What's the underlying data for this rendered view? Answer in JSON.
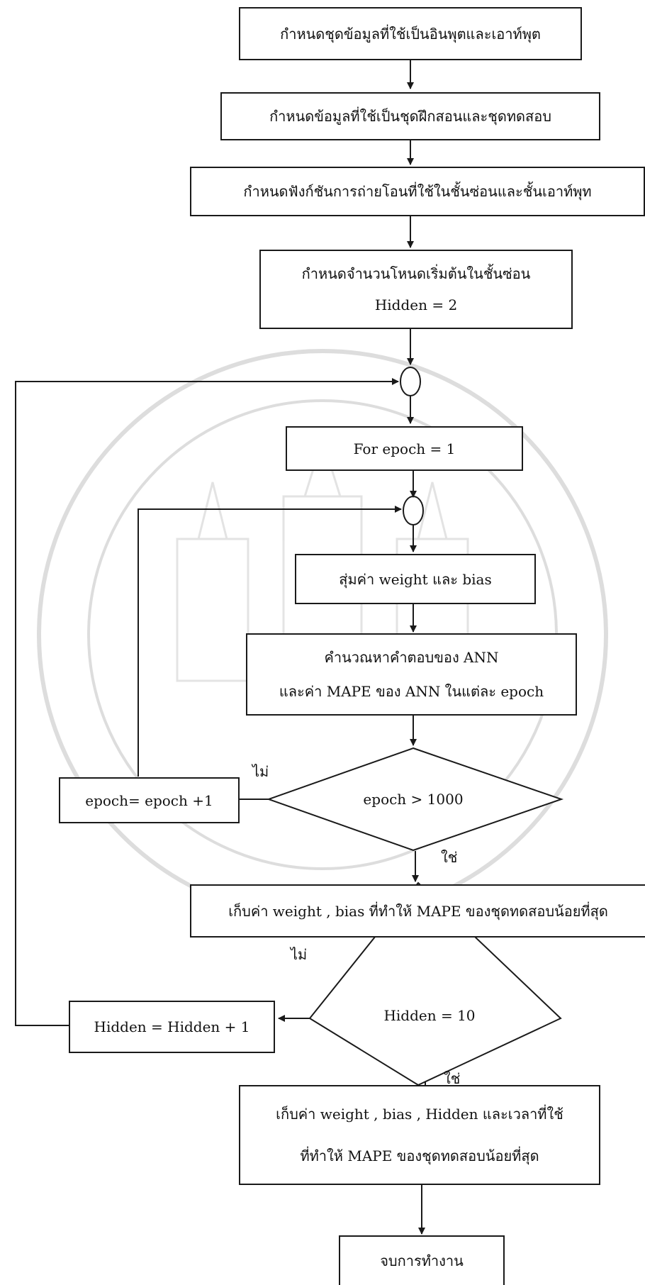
{
  "steps": {
    "define_io": "กำหนดชุดข้อมูลที่ใช้เป็นอินพุตและเอาท์พุต",
    "define_train_test": "กำหนดข้อมูลที่ใช้เป็นชุดฝึกสอนและชุดทดสอบ",
    "define_transfer": "กำหนดฟังก์ชันการถ่ายโอนที่ใช้ในชั้นซ่อนและชั้นเอาท์พุท",
    "init_hidden": "กำหนดจำนวนโหนดเริ่มต้นในชั้นซ่อน",
    "init_hidden_value": "Hidden  = 2",
    "for_epoch": "For epoch = 1",
    "random_weights": "สุ่มค่า weight และ bias",
    "compute_line1": "คำนวณหาคำตอบของ ANN",
    "compute_line2": "และค่า MAPE ของ ANN ในแต่ละ epoch",
    "epoch_decision": "epoch > 1000",
    "epoch_increment": "epoch= epoch +1",
    "store_best": "เก็บค่า weight , bias ที่ทำให้ MAPE ของชุดทดสอบน้อยที่สุด",
    "hidden_decision": "Hidden  = 10",
    "hidden_increment": "Hidden = Hidden + 1",
    "final_line1": "เก็บค่า weight , bias , Hidden  และเวลาที่ใช้",
    "final_line2": "ที่ทำให้ MAPE ของชุดทดสอบน้อยที่สุด",
    "end": "จบการทำงาน"
  },
  "labels": {
    "no": "ไม่",
    "yes": "ใช่"
  },
  "colors": {
    "line": "#1a1a1a",
    "watermark": "#c8c8c8"
  }
}
